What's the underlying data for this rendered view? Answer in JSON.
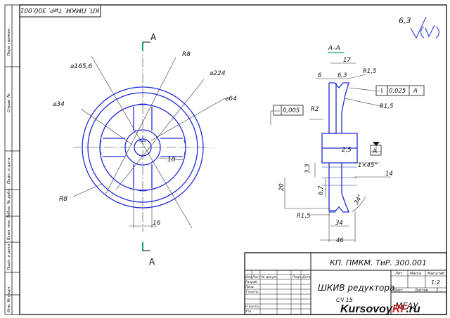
{
  "stamp_top": "КП. ПМКМ. ТиР. 300.001",
  "roughness": "6,3",
  "section_marker": "A",
  "section_title": "A–A",
  "front_view": {
    "d_165": "⌀165,6",
    "d_224": "⌀224",
    "d_34": "⌀34",
    "d_64": "⌀64",
    "r8_top": "R8",
    "r8_bottom": "R8",
    "dim_10": "10",
    "dim_16": "16"
  },
  "section_view": {
    "dim_17": "17",
    "dim_6": "6",
    "dim_63": "6,3",
    "r15_top": "R1,5",
    "tol_val": "0,025",
    "tol_ref": "A",
    "r15_right": "R1,5",
    "r2": "R2",
    "runout_val": "0,005",
    "dim_25": "2,5",
    "datum": "A",
    "chamfer": "1×45°",
    "dim_14": "14",
    "dim_33": "3,3",
    "dim_20": "20",
    "dim_67": "6,7",
    "r15_bottom": "R1,5",
    "angle": "34°",
    "dim_34": "34",
    "dim_46": "46"
  },
  "side_columns": [
    "Перв. примен.",
    "Справ. №",
    "Подп. и дата",
    "Инв. № дубл.",
    "Взам. инв. №",
    "Подп. и дата",
    "Инв. № подл."
  ],
  "title_block": {
    "designation": "КП. ПМКМ. ТиР. 300.001",
    "name": "ШКИВ редуктора",
    "col_izm": "Изм.",
    "col_list": "Лист",
    "col_doc": "№ докум.",
    "col_sign": "Подп.",
    "col_date": "Дата",
    "row_razrab": "Разраб.",
    "row_prov": "Пров.",
    "row_tkontr": "Т.контр.",
    "row_nkontr": "Н.контр.",
    "row_utv": "Утв.",
    "lit": "Лит.",
    "mass": "Масса",
    "scale": "Масштаб",
    "scale_val": "1:2",
    "sheet": "Лист",
    "sheets": "Листов",
    "sheets_val": "1",
    "material": "СЧ 15",
    "org": "МГАУ"
  },
  "watermark": "KursovoyRF.ru",
  "colors": {
    "line": "#1a1a1a",
    "outline": "#1f2ad6",
    "accent": "#19a37a",
    "watermark_red": "#d42020",
    "watermark_blue": "#1d3fb6"
  }
}
